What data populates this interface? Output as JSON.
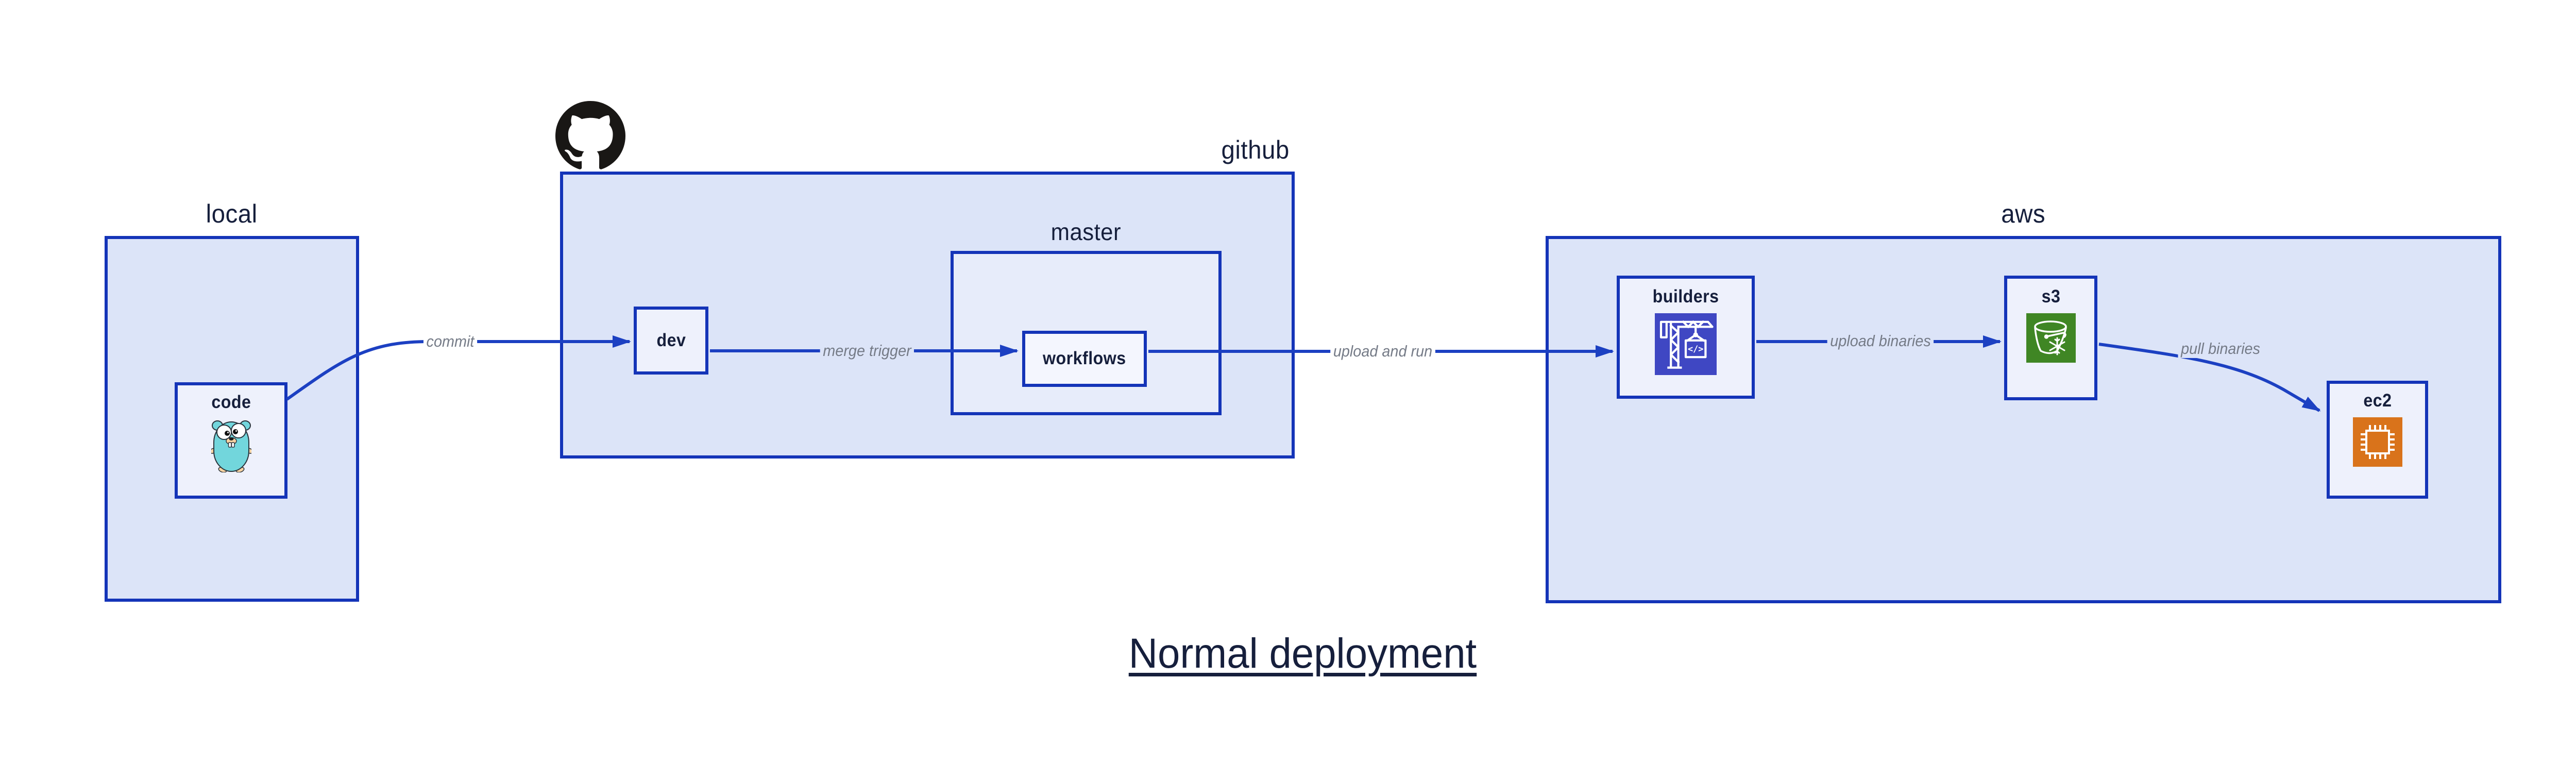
{
  "title": {
    "text": "Normal deployment"
  },
  "groups": {
    "local": {
      "label": "local",
      "nodes": {
        "code": {
          "label": "code",
          "icon": "go-gopher-icon"
        }
      }
    },
    "github": {
      "label": "github",
      "logo_icon": "github-octocat-icon",
      "nodes": {
        "dev": {
          "label": "dev"
        },
        "master": {
          "label": "master",
          "nodes": {
            "workflows": {
              "label": "workflows"
            }
          }
        }
      }
    },
    "aws": {
      "label": "aws",
      "nodes": {
        "builders": {
          "label": "builders",
          "icon": "codebuild-crane-icon"
        },
        "s3": {
          "label": "s3",
          "icon": "s3-glacier-bucket-icon"
        },
        "ec2": {
          "label": "ec2",
          "icon": "ec2-chip-icon"
        }
      }
    }
  },
  "edges": [
    {
      "id": "commit",
      "label": "commit",
      "from": "code",
      "to": "dev"
    },
    {
      "id": "merge-trigger",
      "label": "merge trigger",
      "from": "dev",
      "to": "workflows"
    },
    {
      "id": "upload-and-run",
      "label": "upload and run",
      "from": "workflows",
      "to": "builders"
    },
    {
      "id": "upload-binaries",
      "label": "upload binaries",
      "from": "builders",
      "to": "s3"
    },
    {
      "id": "pull-binaries",
      "label": "pull binaries",
      "from": "s3",
      "to": "ec2"
    }
  ],
  "colors": {
    "edge_blue": "#1c40c2",
    "box_border_blue": "#1434b8",
    "group_fill": "#dce4f8",
    "mid_fill": "#e7ecfa",
    "node_fill": "#eef1fc",
    "inner_fill": "#f4f6fe",
    "label_navy": "#161f3c",
    "edge_label_gray": "#757b87",
    "builders_icon_bg": "#3f47c3",
    "s3_icon_bg": "#3f8624",
    "ec2_icon_bg": "#d9731b",
    "gopher_teal": "#72d6dc",
    "github_logo_black": "#191715"
  }
}
